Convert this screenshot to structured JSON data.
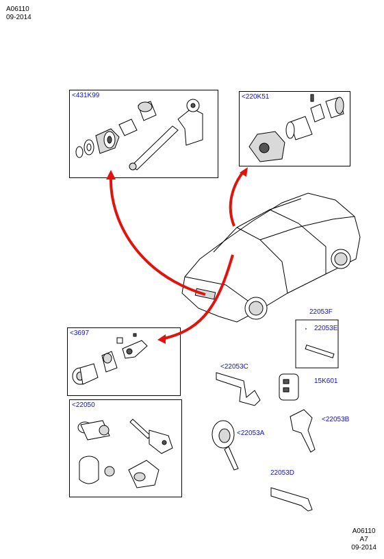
{
  "header": {
    "code": "A06110",
    "date": "09-2014"
  },
  "footer": {
    "code": "A06110",
    "sheet": "A7",
    "date": "09-2014"
  },
  "panels": [
    {
      "label": "<431K99"
    },
    {
      "label": "<220K51"
    },
    {
      "label": "<3697"
    },
    {
      "label": "<22050"
    }
  ],
  "callouts": {
    "key_blade_c": "<22053C",
    "key_set_f": "22053F",
    "key_set_e": "22053E",
    "remote_fob": "15K601",
    "key_b": "<22053B",
    "key_a": "<22053A",
    "key_blank_d": "22053D"
  },
  "colors": {
    "label_blue": "#1010c8",
    "arrow_red": "#e0140c"
  }
}
